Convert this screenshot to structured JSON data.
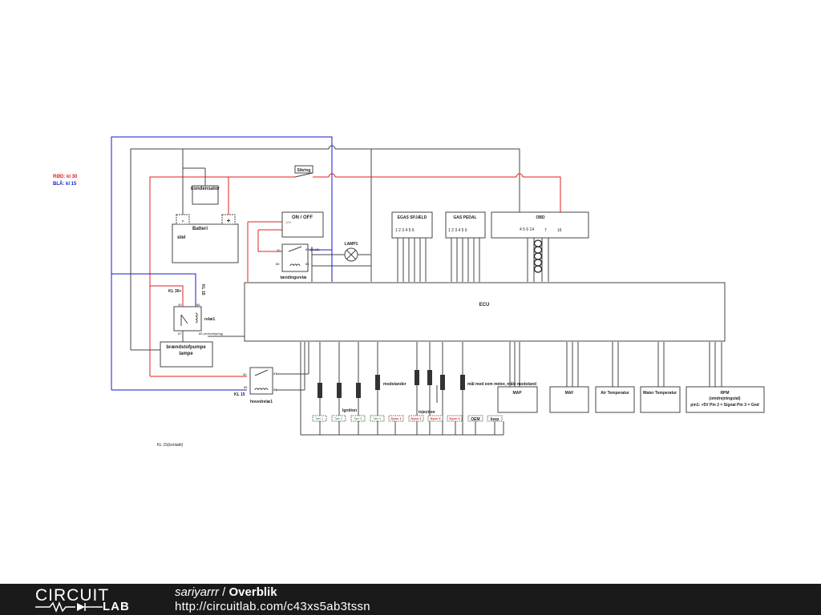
{
  "legend": {
    "red": "RØD: kl 30",
    "blue": "BLÅ: kl 15"
  },
  "colors": {
    "wire_black": "#444444",
    "wire_red": "#e02020",
    "wire_blue": "#1a1acc",
    "footer_bg": "#1a1a1a"
  },
  "components": {
    "kondensator": "kondensator",
    "battery": "Batteri",
    "battery_minus": "-",
    "battery_plus": "+",
    "stel": "stel",
    "sikring": "Sikring",
    "onoff": "ON / OFF",
    "onoff_pin": "12V",
    "lamp": "LAMP1",
    "taendingsrelae": "tændingsrelæ",
    "relay_small_pins": [
      "30",
      "87 (KL15)",
      "86",
      "85"
    ],
    "egas": "EGAS SPJÆLD",
    "egas_pins": "1  2  3  4  5  6",
    "gaspedal": "GAS PEDAL",
    "gaspedal_pins": "1  2  3  4  5  6",
    "obd": "OBD",
    "obd_pins": "4  5  6  14",
    "obd_pin7": "7",
    "obd_pin16": "16",
    "ecu": "ECU",
    "kl30": "KL 30+",
    "kl15": "KL 15",
    "relae1": "relæ1",
    "relae1_pins": [
      "30",
      "86",
      "87",
      "85 (motorstyring)"
    ],
    "braendstof_line1": "brændstofpumpe",
    "braendstof_line2": "lampe",
    "hovedrelae": "hovedrelæ1",
    "hovedrelae_pins": [
      "30",
      "87",
      "86",
      "85"
    ],
    "hovedrelae_kl15": "KL 15",
    "kl15_kontakt": "KL 15(kontakt)",
    "modstander": "modstander",
    "ignition": "Ignition",
    "injection": "injection",
    "maal": "mål med eem meter, måle modstand",
    "map": "MAP",
    "maf": "MAF",
    "air_temp": "Air Temperatur",
    "water_temp": "Water Temperatur",
    "rpm_line1": "RPM",
    "rpm_line2": "(omdrejningstal)",
    "rpm_line3": "pin1: +5V Pin 2 = Signal Pin 3 = Gnd",
    "ignition_labels": [
      "Tæn 1",
      "Tæn 2",
      "Tæn 3",
      "Tæn 4"
    ],
    "injection_labels": [
      "Dyse 1",
      "Dyse 2",
      "Dyse 3",
      "Dyse 4"
    ],
    "oem": "OEM",
    "loop": "loop"
  },
  "footer": {
    "logo_top": "CIRCUIT",
    "logo_bottom": "LAB",
    "author": "sariyarrr",
    "separator": " / ",
    "title": "Overblik",
    "url": "http://circuitlab.com/c43xs5ab3tssn"
  }
}
